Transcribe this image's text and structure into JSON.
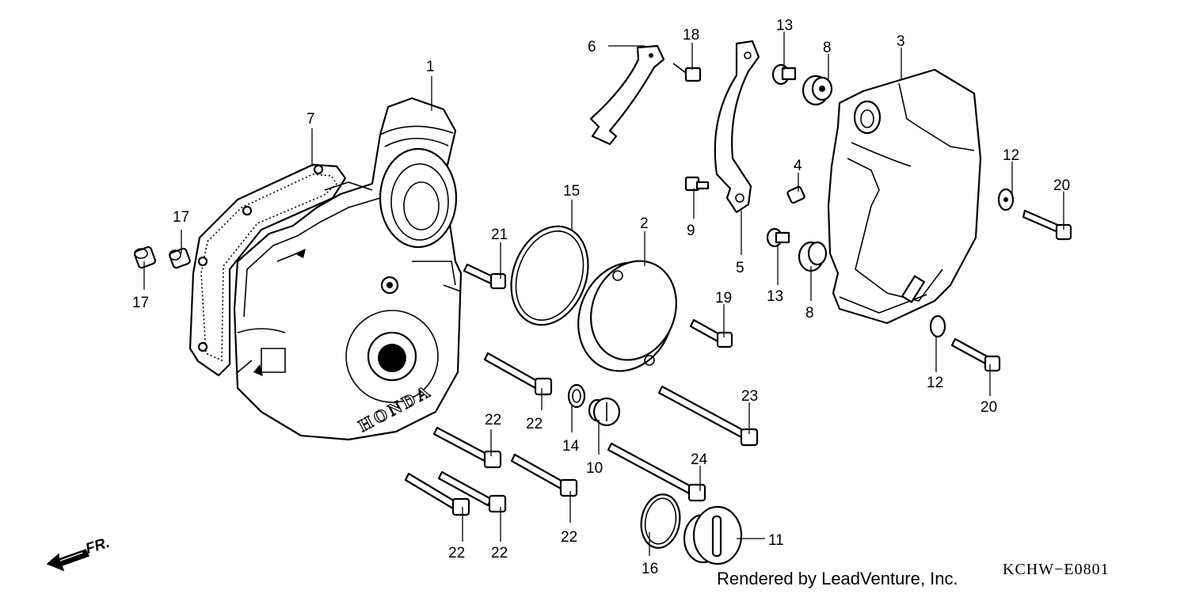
{
  "labels": {
    "l1": "1",
    "l2": "2",
    "l3": "3",
    "l4": "4",
    "l5": "5",
    "l6": "6",
    "l7": "7",
    "l8a": "8",
    "l8b": "8",
    "l9": "9",
    "l10": "10",
    "l11": "11",
    "l12a": "12",
    "l12b": "12",
    "l13a": "13",
    "l13b": "13",
    "l14": "14",
    "l15": "15",
    "l16": "16",
    "l17a": "17",
    "l17b": "17",
    "l18": "18",
    "l19": "19",
    "l20a": "20",
    "l20b": "20",
    "l21": "21",
    "l22a": "22",
    "l22b": "22",
    "l22c": "22",
    "l22d": "22",
    "l22e": "22",
    "l23": "23",
    "l24": "24"
  },
  "cover_branding": "HONDA",
  "front_indicator": "FR.",
  "footer": {
    "rendered_by": "Rendered by LeadVenture, Inc.",
    "diagram_code": "KCHW−E0801"
  }
}
